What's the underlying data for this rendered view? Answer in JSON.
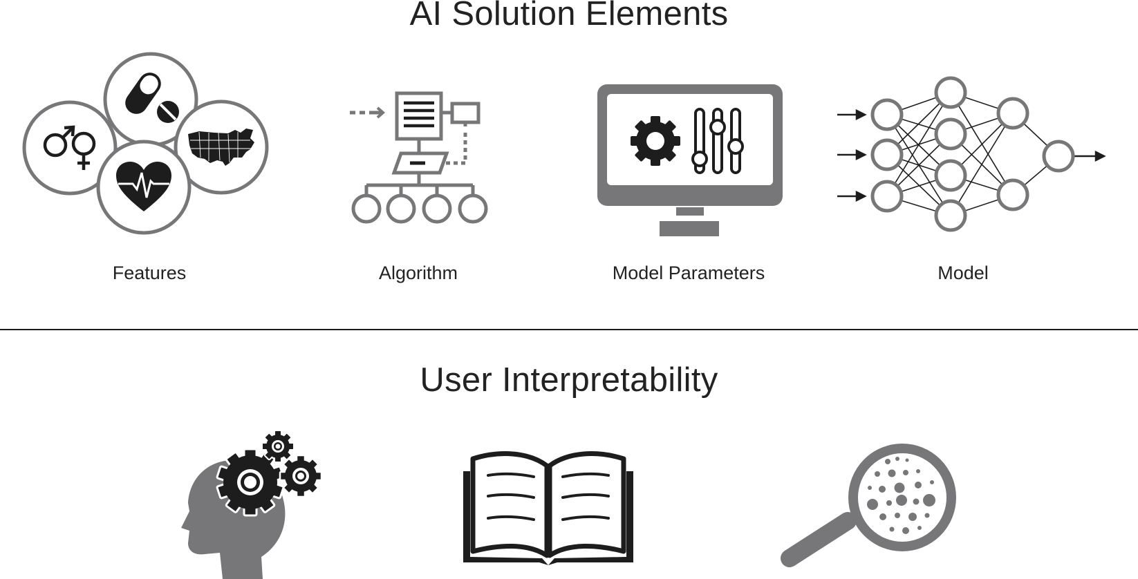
{
  "sections": {
    "solution": {
      "title": "AI Solution Elements",
      "items": [
        {
          "label": "Features",
          "icon": "features-icon"
        },
        {
          "label": "Algorithm",
          "icon": "algorithm-flow-icon"
        },
        {
          "label": "Model Parameters",
          "icon": "monitor-settings-icon"
        },
        {
          "label": "Model",
          "icon": "neural-network-icon"
        }
      ]
    },
    "interpretability": {
      "title": "User Interpretability",
      "items": [
        {
          "label": "",
          "icon": "head-gears-icon"
        },
        {
          "label": "",
          "icon": "open-book-icon"
        },
        {
          "label": "",
          "icon": "magnifier-icon"
        }
      ]
    }
  },
  "colors": {
    "gray": "#77777a",
    "dark": "#1d1d1d",
    "text": "#222222"
  }
}
